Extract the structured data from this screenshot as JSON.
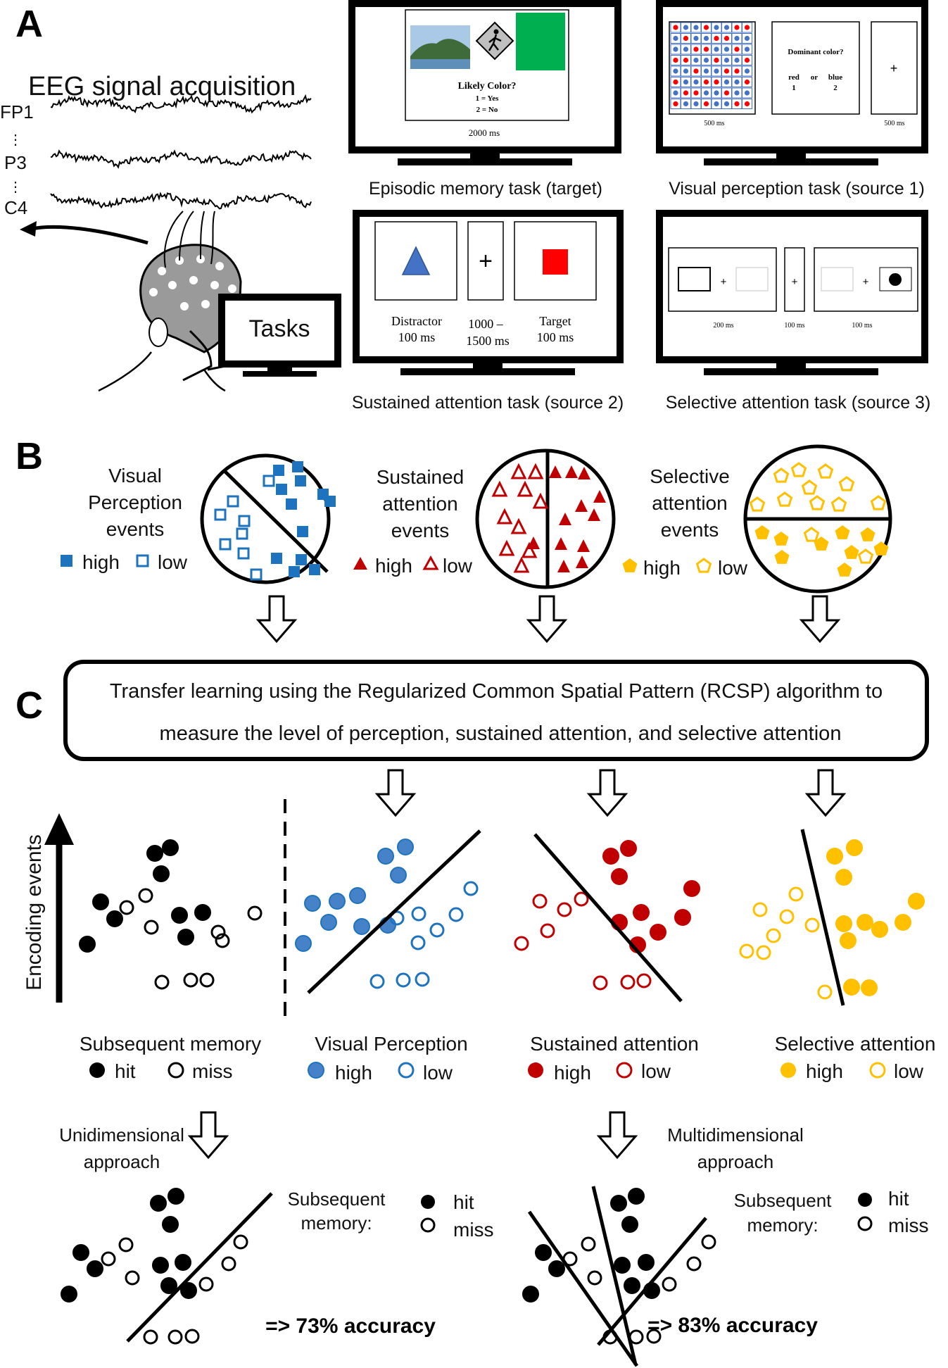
{
  "panels": {
    "a": "A",
    "b": "B",
    "c": "C"
  },
  "panel_a": {
    "eeg_title": "EEG signal acquisition",
    "channels": [
      "FP1",
      "P3",
      "C4"
    ],
    "ellipsis": "⋮",
    "tasks_label": "Tasks",
    "episodic": {
      "question": "Likely Color?",
      "opt1": "1 = Yes",
      "opt2": "2 = No",
      "timing": "2000 ms",
      "caption": "Episodic memory task (target)"
    },
    "visual": {
      "question": "Dominant color?",
      "red": "red",
      "or": "or",
      "blue": "blue",
      "n1": "1",
      "n2": "2",
      "plus": "+",
      "t1": "500 ms",
      "t2": "500 ms",
      "caption": "Visual perception task (source 1)"
    },
    "sustained": {
      "plus": "+",
      "distractor": "Distractor",
      "d_time": "100 ms",
      "range1": "1000 –",
      "range2": "1500 ms",
      "target": "Target",
      "t_time": "100 ms",
      "caption": "Sustained attention task (source 2)"
    },
    "selective": {
      "plus": "+",
      "t1": "200 ms",
      "t2": "100 ms",
      "t3": "100 ms",
      "caption": "Selective attention task (source 3)"
    }
  },
  "panel_b": {
    "visual": {
      "l1": "Visual",
      "l2": "Perception",
      "l3": "events",
      "high": "high",
      "low": "low"
    },
    "sustained": {
      "l1": "Sustained",
      "l2": "attention",
      "l3": "events",
      "high": "high",
      "low": "low"
    },
    "selective": {
      "l1": "Selective",
      "l2": "attention",
      "l3": "events",
      "high": "high",
      "low": "low"
    }
  },
  "panel_c": {
    "box_line1": "Transfer learning using the Regularized Common Spatial Pattern (RCSP) algorithm to",
    "box_line2": "measure the level of perception, sustained attention, and selective attention",
    "y_axis": "Encoding events",
    "memory": {
      "title": "Subsequent memory",
      "hit": "hit",
      "miss": "miss"
    },
    "visual": {
      "title": "Visual Perception",
      "high": "high",
      "low": "low"
    },
    "sustained": {
      "title": "Sustained attention",
      "high": "high",
      "low": "low"
    },
    "selective": {
      "title": "Selective attention",
      "high": "high",
      "low": "low"
    },
    "uni": {
      "l1": "Unidimensional",
      "l2": "approach",
      "acc": "=> 73% accuracy"
    },
    "multi": {
      "l1": "Multidimensional",
      "l2": "approach",
      "acc": "=> 83% accuracy"
    },
    "legend": {
      "l1": "Subsequent",
      "l2": "memory:",
      "hit": "hit",
      "miss": "miss"
    }
  },
  "colors": {
    "blue": "#1e73be",
    "red": "#c00000",
    "gold": "#ffc000",
    "green": "#00b050",
    "black": "#000000"
  }
}
